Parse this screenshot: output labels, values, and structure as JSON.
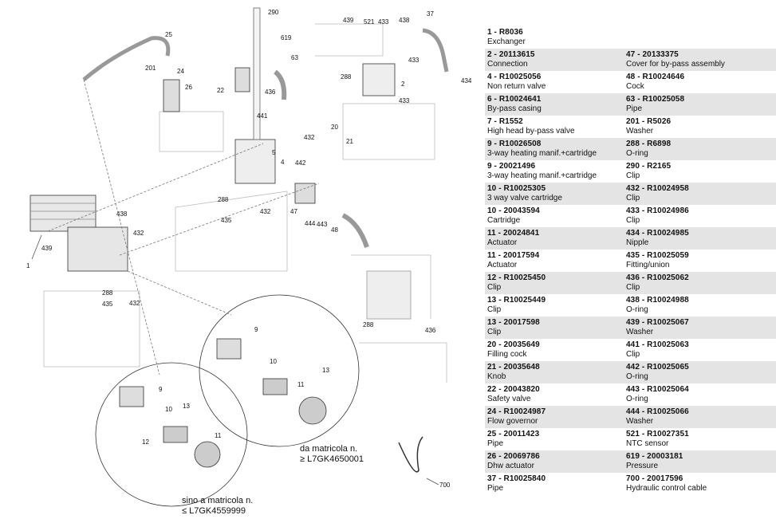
{
  "diagram": {
    "callouts": [
      "290",
      "25",
      "439",
      "521",
      "433",
      "438",
      "37",
      "619",
      "433",
      "24",
      "201",
      "63",
      "26",
      "22",
      "288",
      "2",
      "434",
      "433",
      "436",
      "441",
      "432",
      "20",
      "21",
      "5",
      "4",
      "442",
      "288",
      "432",
      "47",
      "435",
      "444",
      "443",
      "48",
      "438",
      "1",
      "439",
      "432",
      "288",
      "435",
      "432",
      "288",
      "436",
      "9",
      "10",
      "13",
      "11",
      "9",
      "10",
      "13",
      "12",
      "11",
      "700"
    ],
    "note_after": {
      "line1": "da matricola n.",
      "line2": "≥ L7GK4650001"
    },
    "note_before": {
      "line1": "sino a matricola n.",
      "line2": "≤ L7GK4559999"
    }
  },
  "parts_rows": [
    {
      "left": {
        "code": "1   - R8036",
        "name": "Exchanger"
      },
      "right": null
    },
    {
      "left": {
        "code": "2   - 20113615",
        "name": "Connection"
      },
      "right": {
        "code": "47   - 20133375",
        "name": "Cover for by-pass assembly"
      }
    },
    {
      "left": {
        "code": "4   - R10025056",
        "name": "Non return valve"
      },
      "right": {
        "code": "48   - R10024646",
        "name": "Cock"
      }
    },
    {
      "left": {
        "code": "6   - R10024641",
        "name": "By-pass casing"
      },
      "right": {
        "code": "63   - R10025058",
        "name": "Pipe"
      }
    },
    {
      "left": {
        "code": "7   - R1552",
        "name": "High head by-pass valve"
      },
      "right": {
        "code": "201   - R5026",
        "name": "Washer"
      }
    },
    {
      "left": {
        "code": "9   - R10026508",
        "name": "3-way heating manif.+cartridge"
      },
      "right": {
        "code": "288   - R6898",
        "name": "O-ring"
      }
    },
    {
      "left": {
        "code": "9   - 20021496",
        "name": "3-way heating manif.+cartridge"
      },
      "right": {
        "code": "290   - R2165",
        "name": "Clip"
      }
    },
    {
      "left": {
        "code": "10   - R10025305",
        "name": "3 way valve cartridge"
      },
      "right": {
        "code": "432   - R10024958",
        "name": "Clip"
      }
    },
    {
      "left": {
        "code": "10   - 20043594",
        "name": "Cartridge"
      },
      "right": {
        "code": "433   - R10024986",
        "name": "Clip"
      }
    },
    {
      "left": {
        "code": "11   - 20024841",
        "name": "Actuator"
      },
      "right": {
        "code": "434   - R10024985",
        "name": "Nipple"
      }
    },
    {
      "left": {
        "code": "11   - 20017594",
        "name": "Actuator"
      },
      "right": {
        "code": "435   - R10025059",
        "name": "Fitting/union"
      }
    },
    {
      "left": {
        "code": "12   - R10025450",
        "name": "Clip"
      },
      "right": {
        "code": "436   - R10025062",
        "name": "Clip"
      }
    },
    {
      "left": {
        "code": "13   - R10025449",
        "name": "Clip"
      },
      "right": {
        "code": "438   - R10024988",
        "name": "O-ring"
      }
    },
    {
      "left": {
        "code": "13   - 20017598",
        "name": "Clip"
      },
      "right": {
        "code": "439   - R10025067",
        "name": "Washer"
      }
    },
    {
      "left": {
        "code": "20   - 20035649",
        "name": "Filling cock"
      },
      "right": {
        "code": "441   - R10025063",
        "name": "Clip"
      }
    },
    {
      "left": {
        "code": "21   - 20035648",
        "name": "Knob"
      },
      "right": {
        "code": "442   - R10025065",
        "name": "O-ring"
      }
    },
    {
      "left": {
        "code": "22   - 20043820",
        "name": "Safety valve"
      },
      "right": {
        "code": "443   - R10025064",
        "name": "O-ring"
      }
    },
    {
      "left": {
        "code": "24   - R10024987",
        "name": "Flow governor"
      },
      "right": {
        "code": "444   - R10025066",
        "name": "Washer"
      }
    },
    {
      "left": {
        "code": "25   - 20011423",
        "name": "Pipe"
      },
      "right": {
        "code": "521   - R10027351",
        "name": "NTC sensor"
      }
    },
    {
      "left": {
        "code": "26   - 20069786",
        "name": "Dhw actuator"
      },
      "right": {
        "code": "619   - 20003181",
        "name": "Pressure"
      }
    },
    {
      "left": {
        "code": "37   - R10025840",
        "name": "Pipe"
      },
      "right": {
        "code": "700   - 20017596",
        "name": "Hydraulic control cable"
      }
    }
  ]
}
